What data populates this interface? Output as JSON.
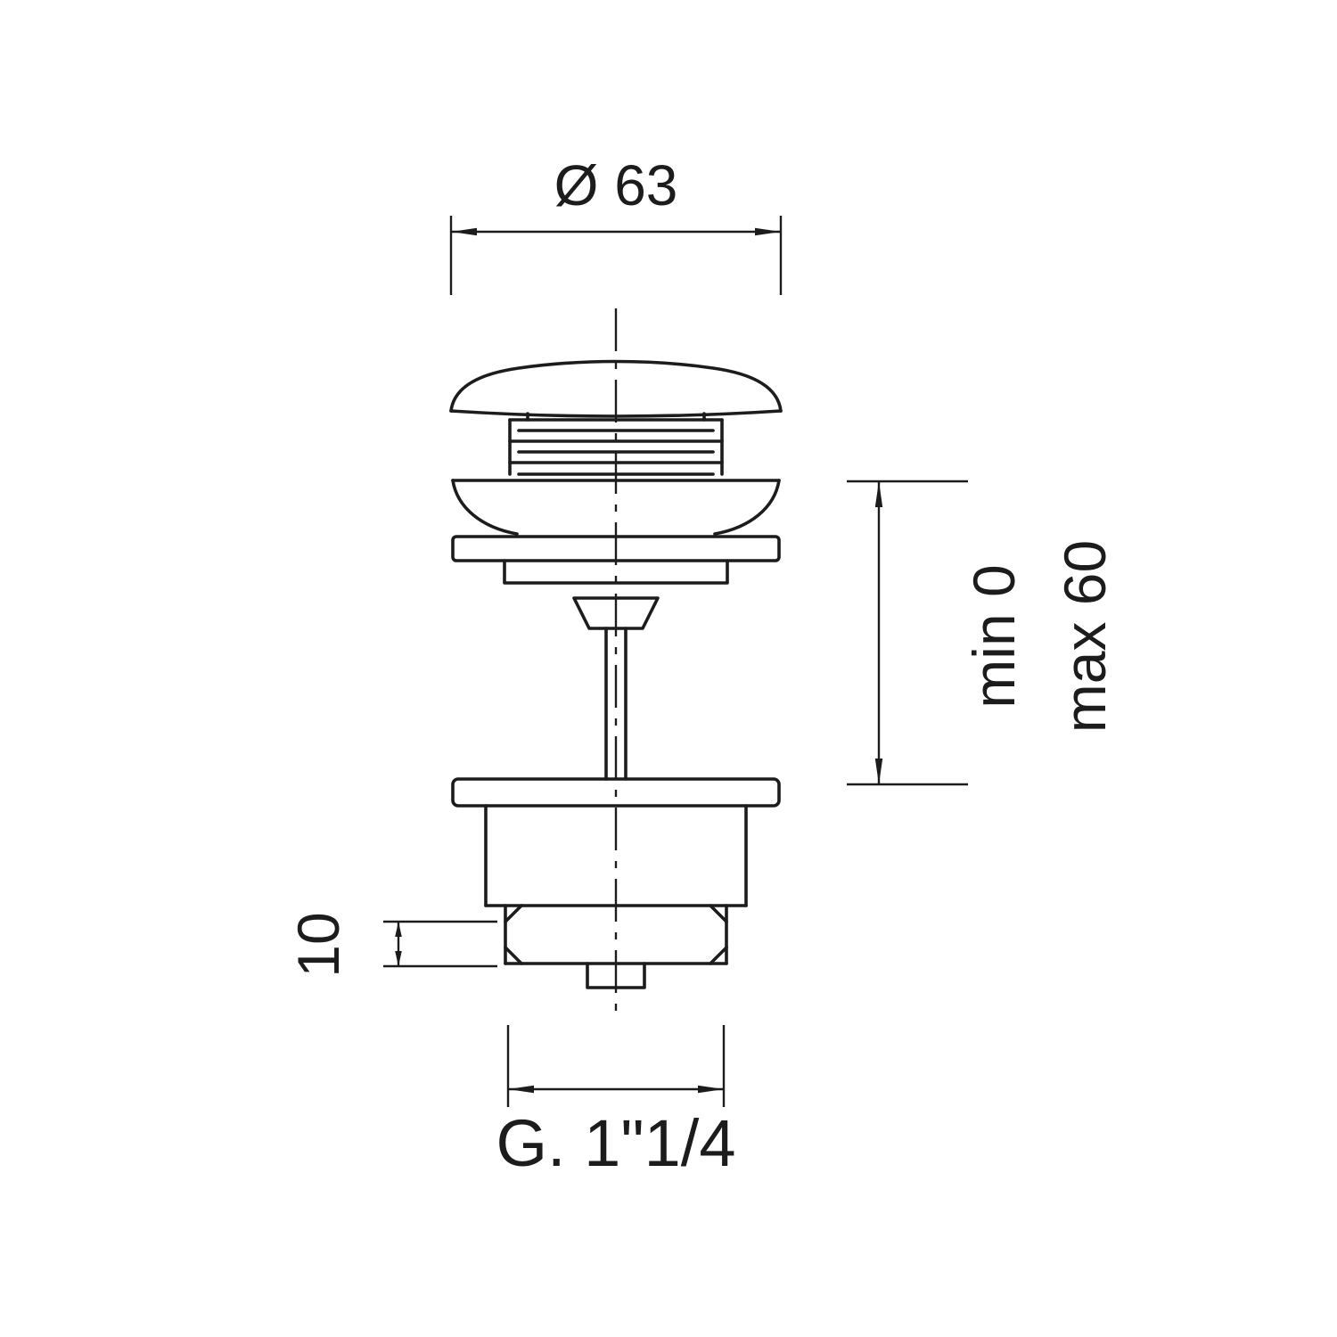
{
  "drawing": {
    "colors": {
      "line": "#1c1c1c",
      "background": "#ffffff"
    },
    "labels": {
      "diameter_top": "Ø 63",
      "height_min": "min 0",
      "height_max": "max 60",
      "thread_height": "10",
      "thread_size": "G. 1\"1/4"
    }
  }
}
